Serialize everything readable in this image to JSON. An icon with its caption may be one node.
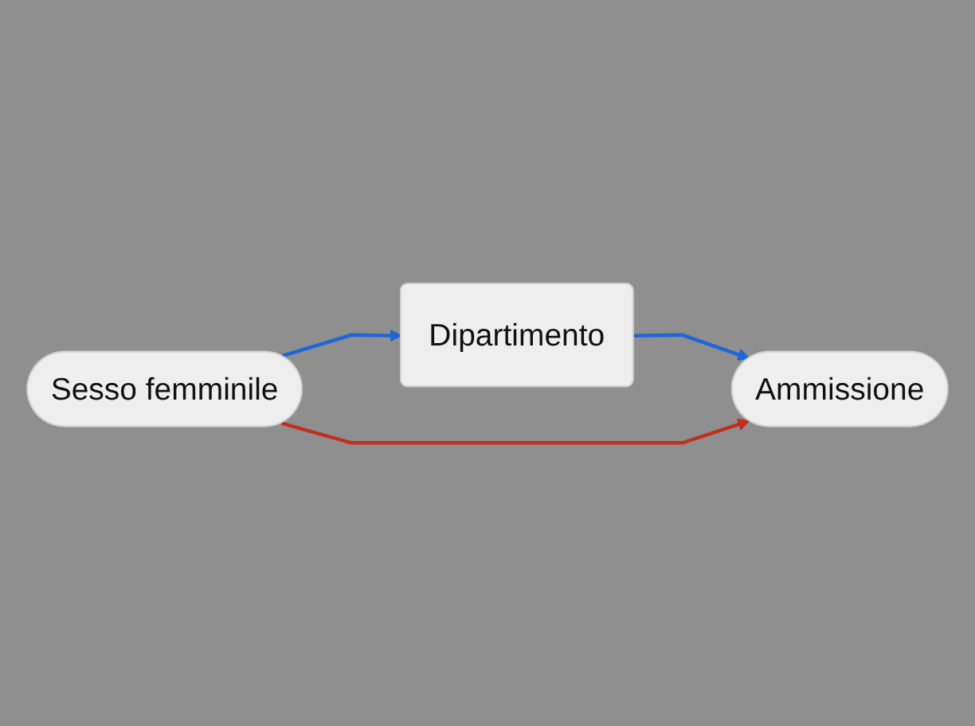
{
  "diagram": {
    "nodes": [
      {
        "text": [
          "Dipartimento"
        ]
      },
      {
        "text": [
          "Sesso femminile"
        ]
      },
      {
        "text": [
          "Ammissione"
        ]
      }
    ],
    "edges": [
      {
        "from": 1,
        "to": 0,
        "arrow": "to"
      },
      {
        "from": 0,
        "to": 2,
        "arrow": "to"
      },
      {
        "from": 1,
        "to": 2,
        "arrow": "to",
        "color": "#c0301e"
      }
    ]
  }
}
